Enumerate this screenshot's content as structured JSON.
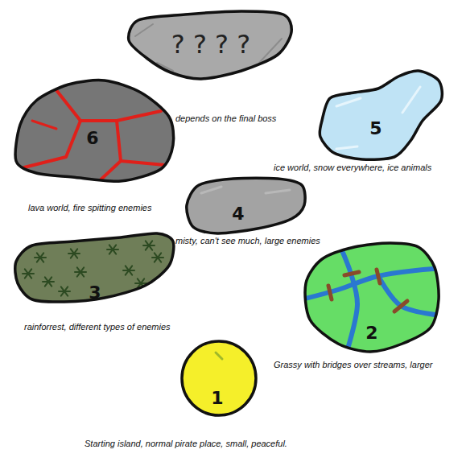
{
  "diagram": {
    "nodes": [
      {
        "text": [
          "? ? ? ?",
          "depends on the final boss"
        ]
      },
      {
        "text": [
          "6",
          "lava world, fire spitting enemies"
        ]
      },
      {
        "text": [
          "5",
          "ice world, snow everywhere, ice animals"
        ]
      },
      {
        "text": [
          "4",
          "misty, can't see much, large enemies"
        ]
      },
      {
        "text": [
          "3",
          "rainforrest, different types of enemies"
        ]
      },
      {
        "text": [
          "2",
          "Grassy with bridges over streams, larger"
        ]
      },
      {
        "text": [
          "1",
          "Starting island, normal pirate place, small, peaceful."
        ]
      }
    ]
  }
}
